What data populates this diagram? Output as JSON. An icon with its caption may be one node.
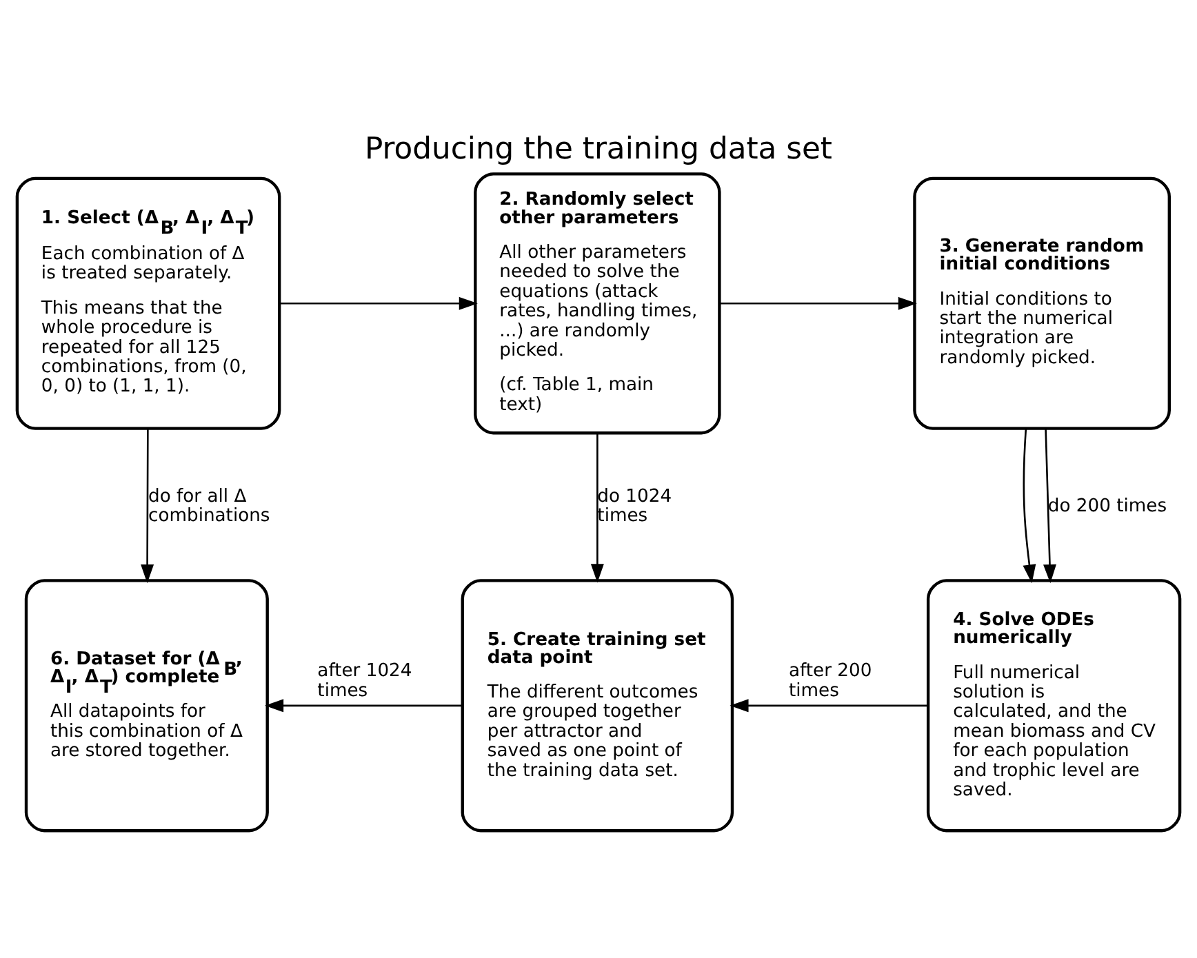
{
  "diagram": {
    "title": "Producing the training data set",
    "nodes": [
      {
        "text": [
          "1. Select (Δ$_{B}$, Δ$_{I}$, Δ$_{T}$)",
          "Each combination of Δ is treated separately.",
          "This means that the whole procedure is repeated for all 125 combinations, from (0, 0, 0) to (1, 1, 1)."
        ]
      },
      {
        "text": [
          "2. Randomly select other parameters",
          "All other parameters needed to solve the equations (attack rates, handling times, ...) are randomly picked.",
          "(cf. Table 1, main text)"
        ]
      },
      {
        "text": [
          "3. Generate random initial conditions",
          "Initial conditions to start the numerical integration are randomly picked."
        ]
      },
      {
        "text": [
          "4. Solve ODEs numerically",
          "Full numerical solution is calculated, and the mean biomass and CV for each population and trophic level are saved."
        ]
      },
      {
        "text": [
          "5. Create training set data point",
          "The different outcomes are grouped together per attractor and saved as one point of the training data set."
        ]
      },
      {
        "text": [
          "6. Dataset for (Δ$_{B}$, Δ$_{I}$, Δ$_{T}$) complete",
          "All datapoints for this combination of Δ are stored together."
        ]
      }
    ],
    "edges": [
      {
        "from": 0,
        "to": 1,
        "arrow": "to"
      },
      {
        "from": 1,
        "to": 2,
        "arrow": "to"
      },
      {
        "from": 2,
        "to": 3,
        "arrow": "to"
      },
      {
        "from": 3,
        "to": 4,
        "arrow": "to",
        "label": "after 200 times"
      },
      {
        "from": 4,
        "to": 5,
        "arrow": "to",
        "label": "after 1024 times"
      },
      {
        "from": 2,
        "to": 3,
        "arrow": "to",
        "label": "do 200 times"
      },
      {
        "from": 1,
        "to": 4,
        "arrow": "to",
        "label": "do 1024 times"
      },
      {
        "from": 0,
        "to": 5,
        "arrow": "to",
        "label": "do for all Δ combinations"
      }
    ]
  }
}
